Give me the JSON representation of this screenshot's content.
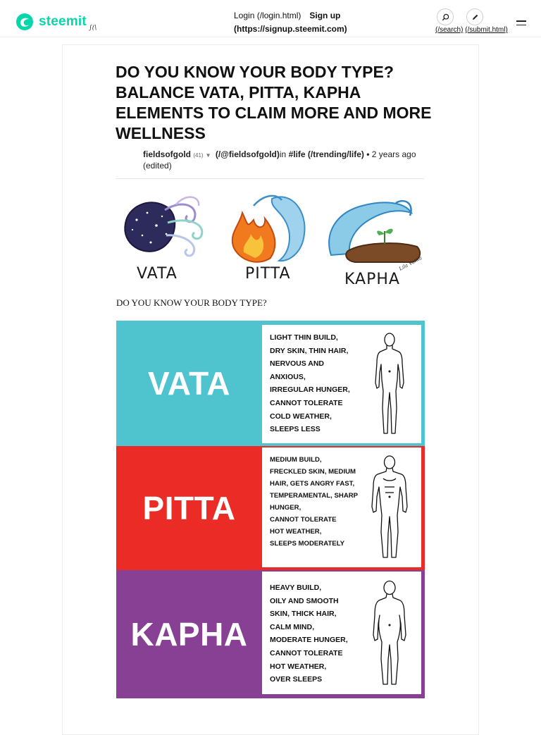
{
  "header": {
    "brand": "steemit",
    "brand_sub": "∫(\\",
    "login_label": "Login (/login.html)",
    "signup_label": "Sign up",
    "signup_url": "(https://signup.steemit.com)",
    "search_link": "(/search)",
    "submit_link": "(/submit.html)",
    "icons": [
      "search-icon",
      "pencil-icon",
      "menu-icon"
    ],
    "accent_color": "#06d6a9"
  },
  "article": {
    "title": "DO YOU KNOW YOUR BODY TYPE? BALANCE VATA, PITTA, KAPHA ELEMENTS TO CLAIM MORE AND MORE WELLNESS",
    "author": "fieldsofgold",
    "reputation": "(41)",
    "author_link": "(/@fieldsofgold)",
    "in_label": "in",
    "tag": "#life (/trending/life)",
    "time": "2 years ago",
    "edited": "(edited)",
    "illustration_labels": [
      "VATA",
      "PITTA",
      "KAPHA"
    ],
    "signature": "Lila Vatha",
    "subhead": "DO YOU KNOW YOUR BODY TYPE?"
  },
  "doshas": [
    {
      "name": "VATA",
      "color": "#4fc4cf",
      "lines": [
        "LIGHT THIN BUILD,",
        "DRY SKIN, THIN HAIR,",
        "NERVOUS AND",
        "ANXIOUS,",
        "IRREGULAR HUNGER,",
        "CANNOT TOLERATE",
        "COLD WEATHER,",
        "SLEEPS LESS"
      ]
    },
    {
      "name": "PITTA",
      "color": "#ea2b26",
      "lines": [
        "MEDIUM BUILD,",
        "FRECKLED SKIN, MEDIUM",
        "HAIR, GETS ANGRY FAST,",
        "TEMPERAMENTAL, SHARP",
        "HUNGER,",
        "CANNOT TOLERATE",
        "HOT WEATHER,",
        "SLEEPS MODERATELY"
      ]
    },
    {
      "name": "KAPHA",
      "color": "#874093",
      "lines": [
        "HEAVY BUILD,",
        "OILY AND SMOOTH",
        "SKIN, THICK HAIR,",
        "CALM MIND,",
        "MODERATE HUNGER,",
        "CANNOT TOLERATE",
        "HOT WEATHER,",
        "OVER SLEEPS"
      ]
    }
  ]
}
